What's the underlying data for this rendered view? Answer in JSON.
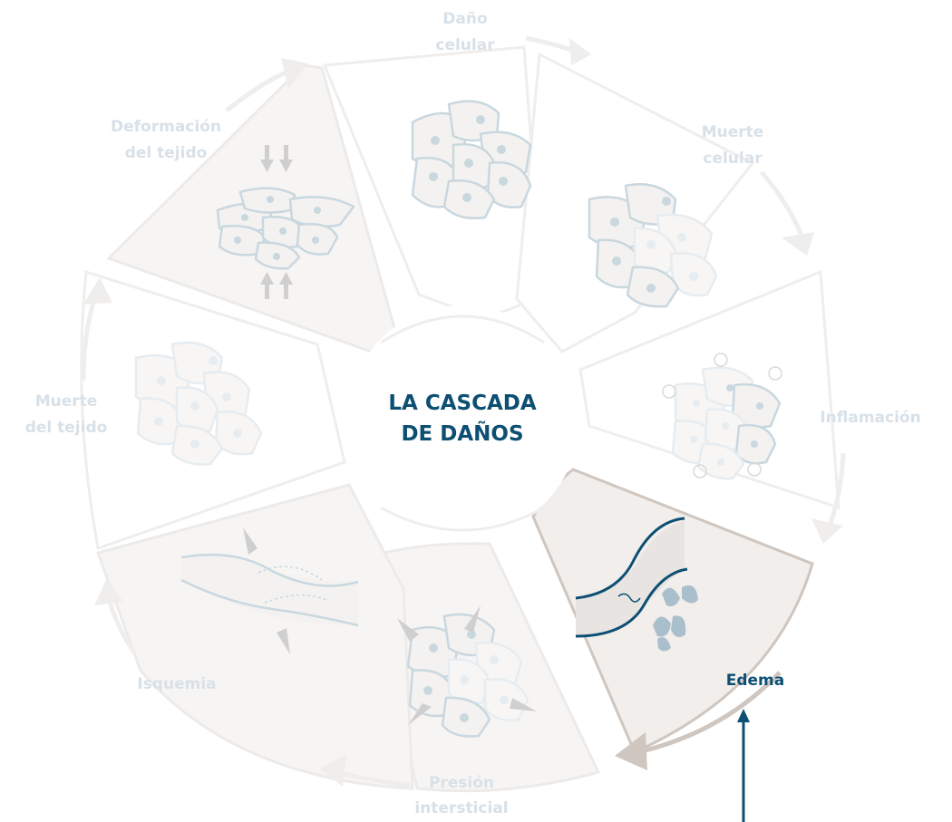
{
  "diagram": {
    "title_line1": "LA CASCADA",
    "title_line2": "DE DAÑOS",
    "active_stage": "Edema",
    "colors": {
      "active_text": "#0d4f73",
      "faded_text": "#d8e1e8",
      "active_segment_fill": "#f2eeeb",
      "active_segment_stroke": "#cfc6bf",
      "fluid_drops": "#a9bfcc"
    },
    "stages": [
      {
        "line1": "Daño",
        "line2": "celular"
      },
      {
        "line1": "Muerte",
        "line2": "celular"
      },
      {
        "line1": "Inflamación",
        "line2": ""
      },
      {
        "line1": "Edema",
        "line2": ""
      },
      {
        "line1": "Presión",
        "line2": "intersticial"
      },
      {
        "line1": "Isquemia",
        "line2": ""
      },
      {
        "line1": "Muerte",
        "line2": "del tejido"
      },
      {
        "line1": "Deformación",
        "line2": "del tejido"
      }
    ]
  }
}
